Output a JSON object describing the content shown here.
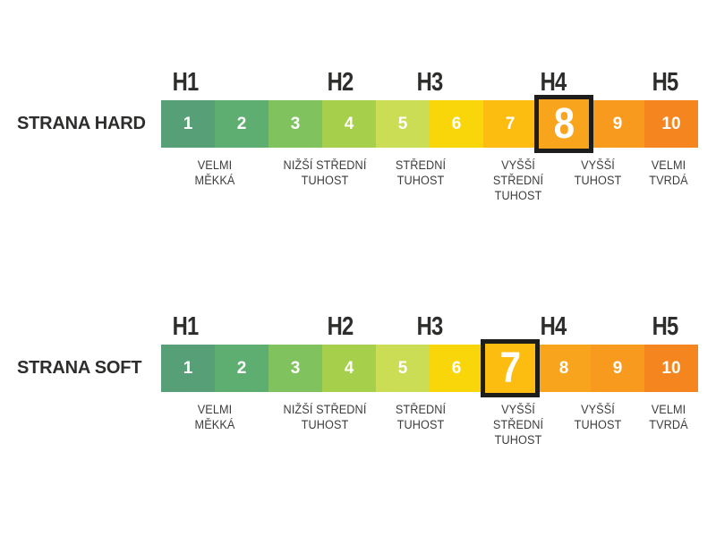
{
  "rows": [
    {
      "title": "STRANA HARD",
      "h_labels": [
        "H1",
        "H2",
        "H3",
        "H4",
        "H5"
      ],
      "highlighted_value": "8",
      "cells": [
        {
          "value": "1",
          "color": "#57a077"
        },
        {
          "value": "2",
          "color": "#5fae71"
        },
        {
          "value": "3",
          "color": "#7fc25e"
        },
        {
          "value": "4",
          "color": "#a6cf4b"
        },
        {
          "value": "5",
          "color": "#cbdc55"
        },
        {
          "value": "6",
          "color": "#f9d60a"
        },
        {
          "value": "7",
          "color": "#fcbc10"
        },
        {
          "value": "8",
          "color": "#f9a41d"
        },
        {
          "value": "9",
          "color": "#f89a1e"
        },
        {
          "value": "10",
          "color": "#f5861f"
        }
      ],
      "bottom_labels": [
        {
          "lines": [
            "VELMI",
            "MĚKKÁ"
          ]
        },
        {
          "lines": [
            "NIŽŠÍ STŘEDNÍ",
            "TUHOST"
          ]
        },
        {
          "lines": [
            "STŘEDNÍ",
            "TUHOST"
          ]
        },
        {
          "lines": [
            "VYŠŠÍ",
            "STŘEDNÍ",
            "TUHOST"
          ]
        },
        {
          "lines": [
            "VYŠŠÍ",
            "TUHOST"
          ]
        },
        {
          "lines": [
            "VELMI",
            "TVRDÁ"
          ]
        }
      ]
    },
    {
      "title": "STRANA SOFT",
      "h_labels": [
        "H1",
        "H2",
        "H3",
        "H4",
        "H5"
      ],
      "highlighted_value": "7",
      "cells": [
        {
          "value": "1",
          "color": "#57a077"
        },
        {
          "value": "2",
          "color": "#5fae71"
        },
        {
          "value": "3",
          "color": "#7fc25e"
        },
        {
          "value": "4",
          "color": "#a6cf4b"
        },
        {
          "value": "5",
          "color": "#cbdc55"
        },
        {
          "value": "6",
          "color": "#f9d60a"
        },
        {
          "value": "7",
          "color": "#fcbc10"
        },
        {
          "value": "8",
          "color": "#f9a41d"
        },
        {
          "value": "9",
          "color": "#f89a1e"
        },
        {
          "value": "10",
          "color": "#f5861f"
        }
      ],
      "bottom_labels": [
        {
          "lines": [
            "VELMI",
            "MĚKKÁ"
          ]
        },
        {
          "lines": [
            "NIŽŠÍ STŘEDNÍ",
            "TUHOST"
          ]
        },
        {
          "lines": [
            "STŘEDNÍ",
            "TUHOST"
          ]
        },
        {
          "lines": [
            "VYŠŠÍ",
            "STŘEDNÍ",
            "TUHOST"
          ]
        },
        {
          "lines": [
            "VYŠŠÍ",
            "TUHOST"
          ]
        },
        {
          "lines": [
            "VELMI",
            "TVRDÁ"
          ]
        }
      ]
    }
  ],
  "colors": {
    "frame": "#1d1d1b",
    "heading_text": "#2d2d2c",
    "description_text": "#3d3d3c",
    "number_text": "#ffffff"
  }
}
